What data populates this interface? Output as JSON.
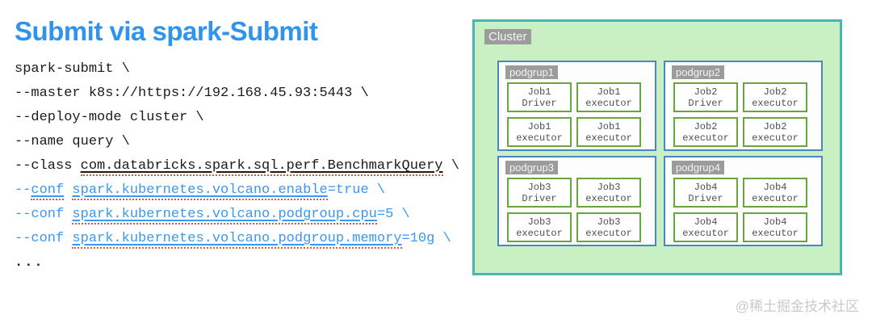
{
  "title": "Submit via spark-Submit",
  "command": {
    "line_spark_submit": "spark-submit \\",
    "line_master": "--master k8s://https://192.168.45.93:5443 \\",
    "line_deploy_mode": "--deploy-mode cluster \\",
    "line_name": "--name query \\",
    "line_class_prefix": "--class ",
    "line_class_path": "com.databricks.spark.sql.perf.BenchmarkQuery",
    "line_class_suffix": " \\",
    "conf1_prefix": "--",
    "conf1_word": "conf",
    "conf1_space": " ",
    "conf1_key": "spark.kubernetes.volcano.enable",
    "conf1_suffix": "=true \\",
    "conf2_prefix": "--conf ",
    "conf2_key": "spark.kubernetes.volcano.podgroup.cpu",
    "conf2_suffix": "=5 \\",
    "conf3_prefix": "--conf ",
    "conf3_key": "spark.kubernetes.volcano.podgroup.memory",
    "conf3_suffix": "=10g \\",
    "line_ellipsis": "..."
  },
  "cluster": {
    "label": "Cluster",
    "podgroups": [
      {
        "label": "podgrup1",
        "boxes": [
          {
            "line1": "Job1",
            "line2": "Driver"
          },
          {
            "line1": "Job1",
            "line2": "executor"
          },
          {
            "line1": "Job1",
            "line2": "executor"
          },
          {
            "line1": "Job1",
            "line2": "executor"
          }
        ]
      },
      {
        "label": "podgrup2",
        "boxes": [
          {
            "line1": "Job2",
            "line2": "Driver"
          },
          {
            "line1": "Job2",
            "line2": "executor"
          },
          {
            "line1": "Job2",
            "line2": "executor"
          },
          {
            "line1": "Job2",
            "line2": "executor"
          }
        ]
      },
      {
        "label": "podgrup3",
        "boxes": [
          {
            "line1": "Job3",
            "line2": "Driver"
          },
          {
            "line1": "Job3",
            "line2": "executor"
          },
          {
            "line1": "Job3",
            "line2": "executor"
          },
          {
            "line1": "Job3",
            "line2": "executor"
          }
        ]
      },
      {
        "label": "podgrup4",
        "boxes": [
          {
            "line1": "Job4",
            "line2": "Driver"
          },
          {
            "line1": "Job4",
            "line2": "executor"
          },
          {
            "line1": "Job4",
            "line2": "executor"
          },
          {
            "line1": "Job4",
            "line2": "executor"
          }
        ]
      }
    ]
  },
  "watermark": "@稀土掘金技术社区",
  "colors": {
    "title_blue": "#3094ec",
    "conf_blue": "#3b97ef",
    "command_black": "#1b1b1b",
    "cluster_bg": "#c9f0c3",
    "cluster_border": "#4ab5b2",
    "podgroup_border": "#4a85c4",
    "job_border": "#68a53c",
    "label_bg": "#9c9c9c",
    "squiggle_red": "#e2544a"
  }
}
